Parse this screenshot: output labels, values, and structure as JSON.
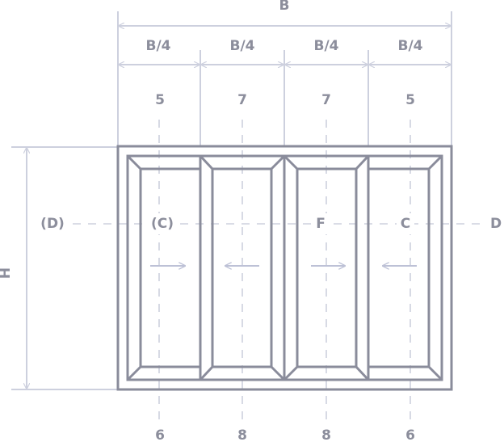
{
  "dimensions": {
    "width_label": "B",
    "height_label": "H",
    "quarter_labels": [
      "B/4",
      "B/4",
      "B/4",
      "B/4"
    ]
  },
  "panels": {
    "top_numbers": [
      "5",
      "7",
      "7",
      "5"
    ],
    "bottom_numbers": [
      "6",
      "8",
      "8",
      "6"
    ],
    "row_labels": [
      "(D)",
      "(C)",
      "F",
      "C",
      "D"
    ]
  },
  "colors": {
    "frame": "#8a8c9b",
    "dimension": "#cdd0de",
    "label": "#8c8e9c"
  }
}
